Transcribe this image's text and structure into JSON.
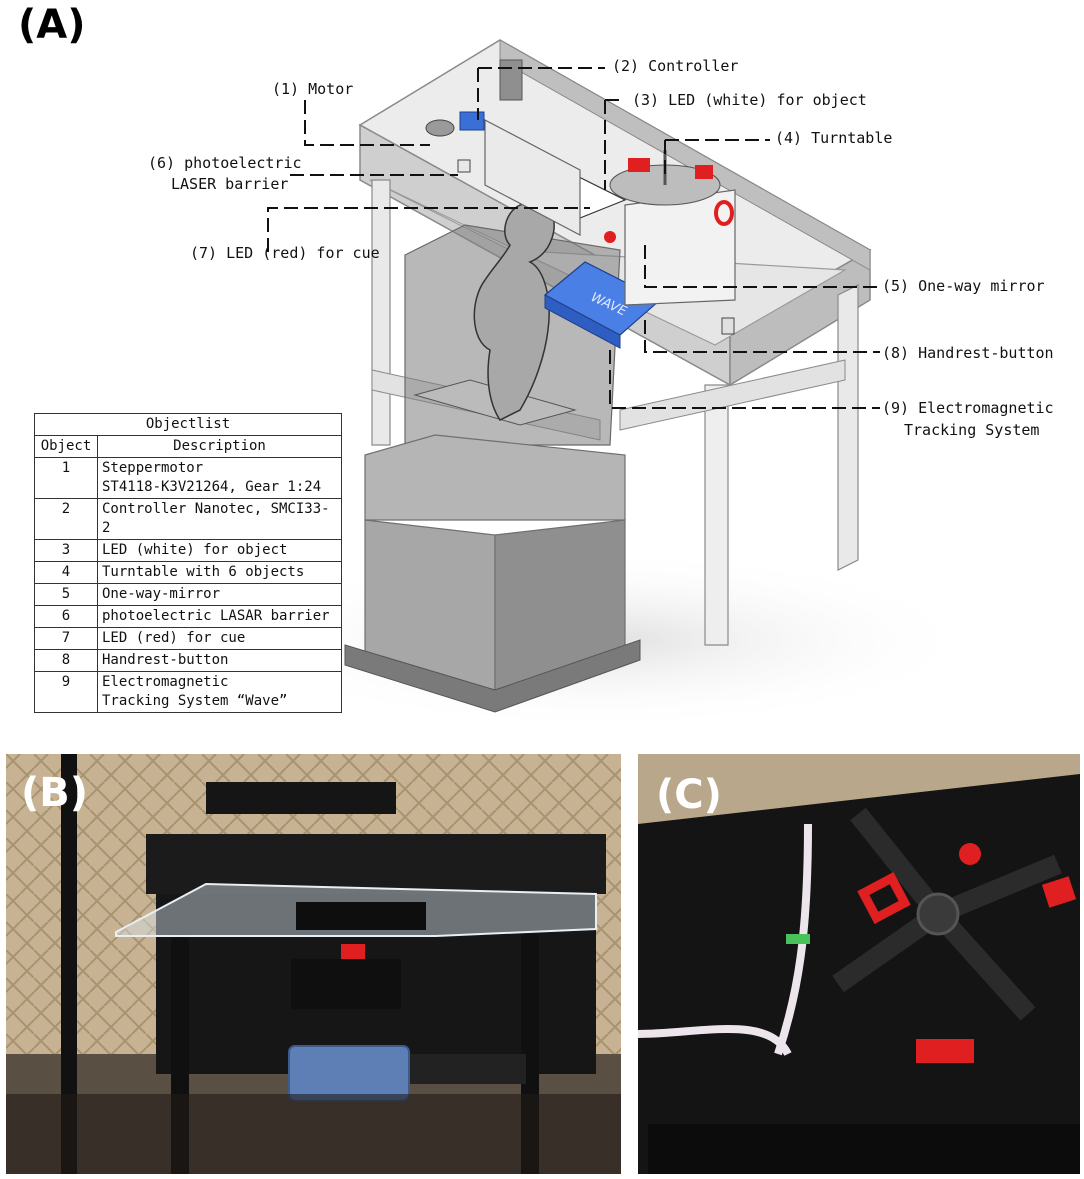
{
  "panels": {
    "a": "(A)",
    "b": "(B)",
    "c": "(C)"
  },
  "callouts": {
    "motor": "(1) Motor",
    "controller": "(2) Controller",
    "led_white": "(3) LED (white) for object",
    "turntable": "(4) Turntable",
    "mirror": "(5) One-way mirror",
    "laser_1": "(6) photoelectric",
    "laser_2": "LASER barrier",
    "led_red": "(7) LED (red) for cue",
    "handrest": "(8) Handrest-button",
    "tracking_1": "(9) Electromagnetic",
    "tracking_2": "Tracking System"
  },
  "device_label": "WAVE",
  "objectlist": {
    "caption": "Objectlist",
    "headers": [
      "Object",
      "Description"
    ],
    "rows": [
      {
        "num": "1",
        "desc": [
          "Steppermotor",
          "ST4118-K3V21264, Gear 1:24"
        ]
      },
      {
        "num": "2",
        "desc": [
          "Controller Nanotec, SMCI33-2"
        ]
      },
      {
        "num": "3",
        "desc": [
          "LED (white) for object"
        ]
      },
      {
        "num": "4",
        "desc": [
          "Turntable with 6 objects"
        ]
      },
      {
        "num": "5",
        "desc": [
          "One-way-mirror"
        ]
      },
      {
        "num": "6",
        "desc": [
          "photoelectric LASAR barrier"
        ]
      },
      {
        "num": "7",
        "desc": [
          "LED (red) for cue"
        ]
      },
      {
        "num": "8",
        "desc": [
          "Handrest-button"
        ]
      },
      {
        "num": "9",
        "desc": [
          "Electromagnetic",
          "Tracking System “Wave”"
        ]
      }
    ]
  },
  "colors": {
    "frame": "#d9d9d9",
    "frame_edge": "#8a8a8a",
    "panel_gray": "#9a9a9a",
    "wave_blue": "#3a6fd8",
    "red_object": "#e02020",
    "photo_dark": "#1c1c1c",
    "wall": "#c9b79c"
  }
}
